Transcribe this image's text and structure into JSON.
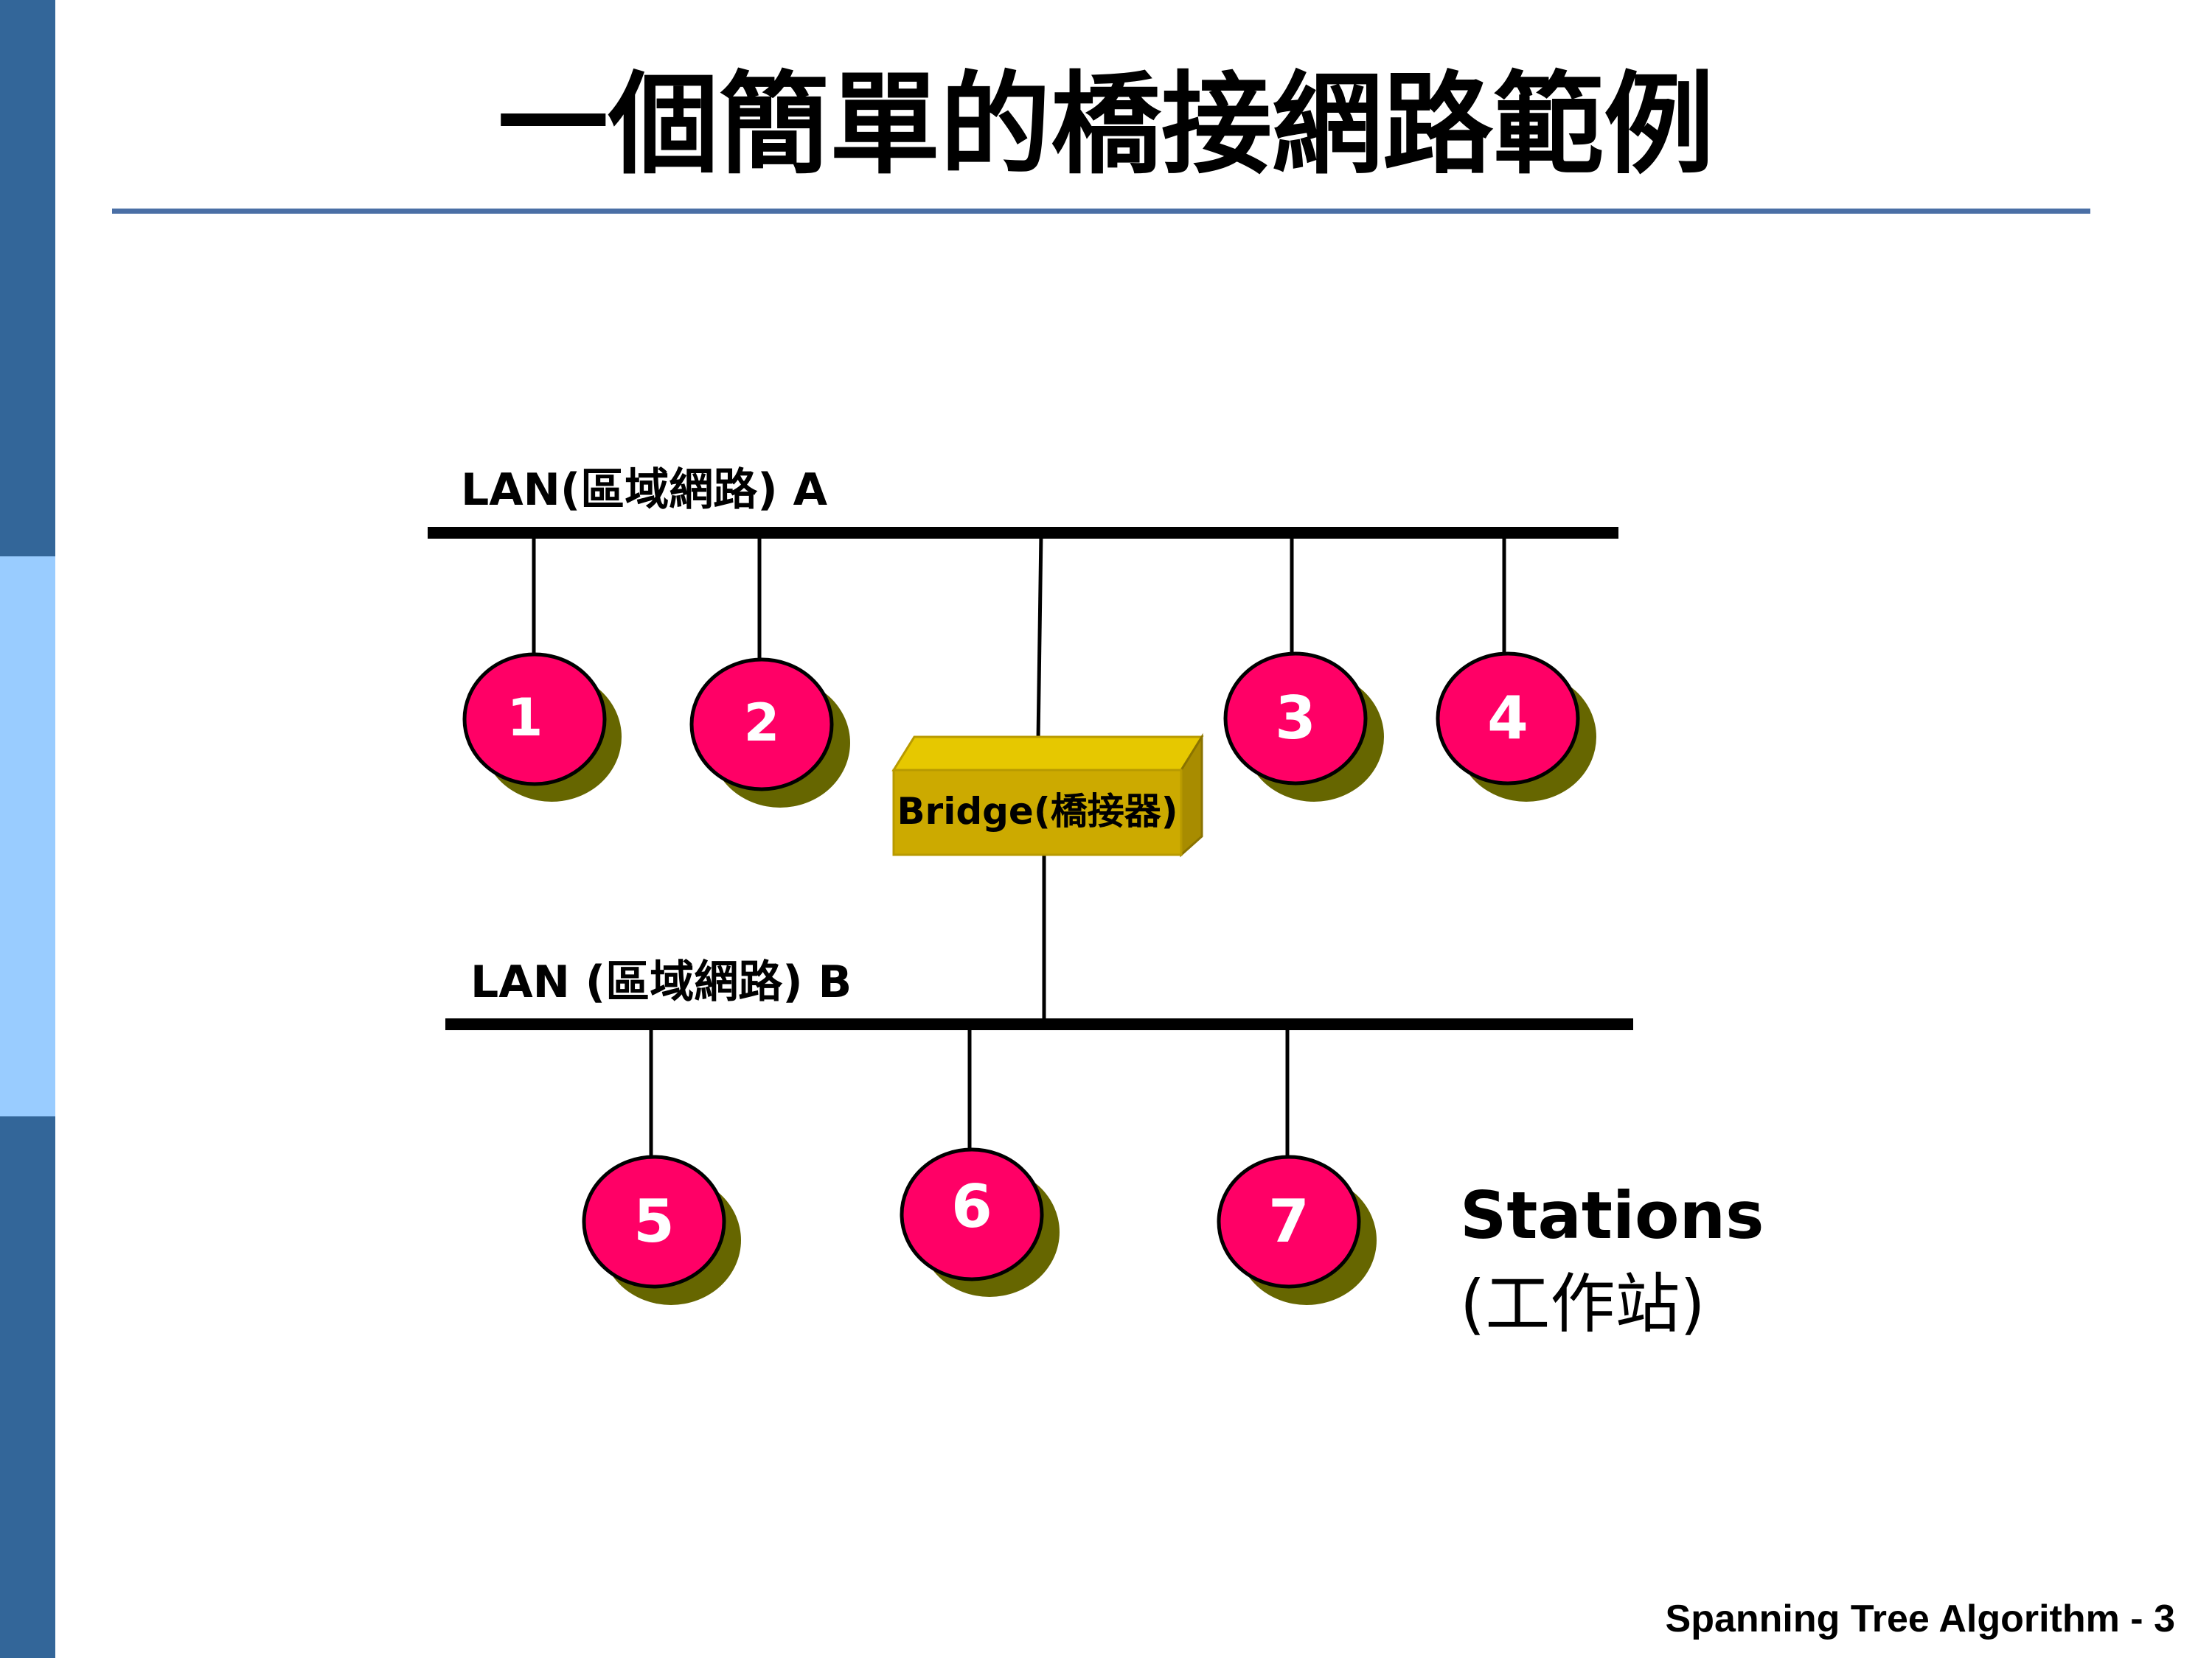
{
  "title": "一個簡單的橋接網路範例",
  "lan_a": {
    "label": "LAN(區域網路) A"
  },
  "lan_b": {
    "label": "LAN (區域網路) B"
  },
  "bridge": {
    "label": "Bridge(橋接器)"
  },
  "stations": {
    "title": "Stations",
    "subtitle": "(工作站)",
    "lan_a_nodes": [
      "1",
      "2",
      "3",
      "4"
    ],
    "lan_b_nodes": [
      "5",
      "6",
      "7"
    ]
  },
  "footer": "Spanning Tree Algorithm - 3",
  "colors": {
    "sidebar_dark": "#336699",
    "sidebar_light": "#99ccff",
    "rule": "#4a6fa5",
    "node_fill": "#ff0066",
    "node_shadow": "#666600",
    "bridge_front": "#ccaa00",
    "bridge_top": "#e6c800",
    "bridge_side": "#a88c00"
  }
}
